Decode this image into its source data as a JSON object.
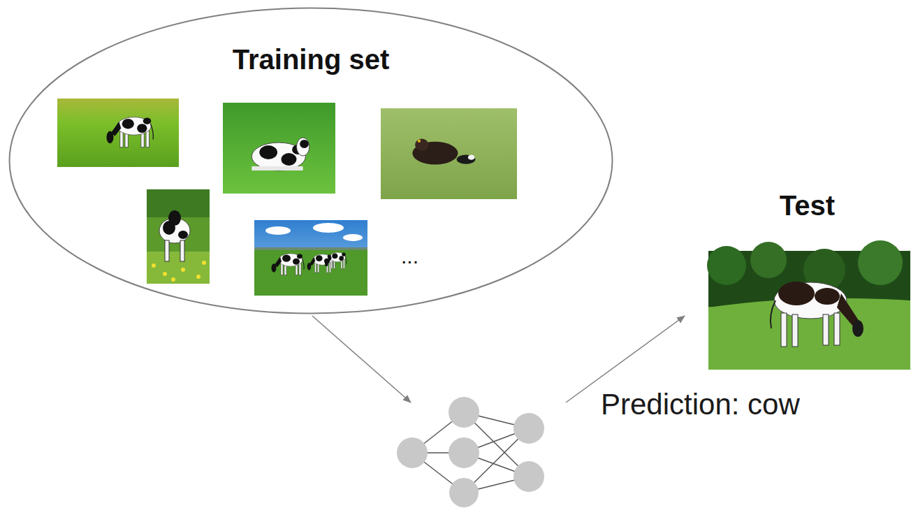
{
  "diagram": {
    "nodes": [
      {
        "text": [
          "Training set",
          "..."
        ]
      },
      {
        "text": [
          "Test"
        ]
      }
    ],
    "labels": [
      "Prediction: cow"
    ]
  }
}
